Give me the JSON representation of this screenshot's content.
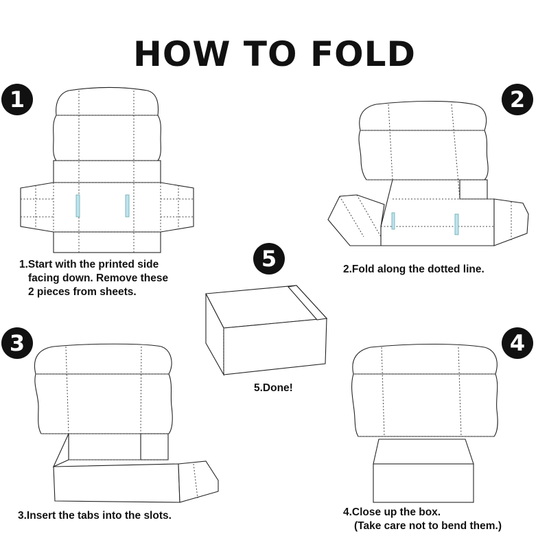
{
  "title": "HOW TO FOLD",
  "steps": [
    {
      "number": "1",
      "lines": [
        "1.Start with the printed side",
        "facing down. Remove these",
        "2 pieces from sheets."
      ]
    },
    {
      "number": "2",
      "lines": [
        "2.Fold along the dotted line."
      ]
    },
    {
      "number": "3",
      "lines": [
        "3.Insert the tabs into the slots."
      ]
    },
    {
      "number": "4",
      "lines": [
        "4.Close up the box.",
        "(Take care not to bend them.)"
      ]
    },
    {
      "number": "5",
      "lines": [
        "5.Done!"
      ]
    }
  ]
}
